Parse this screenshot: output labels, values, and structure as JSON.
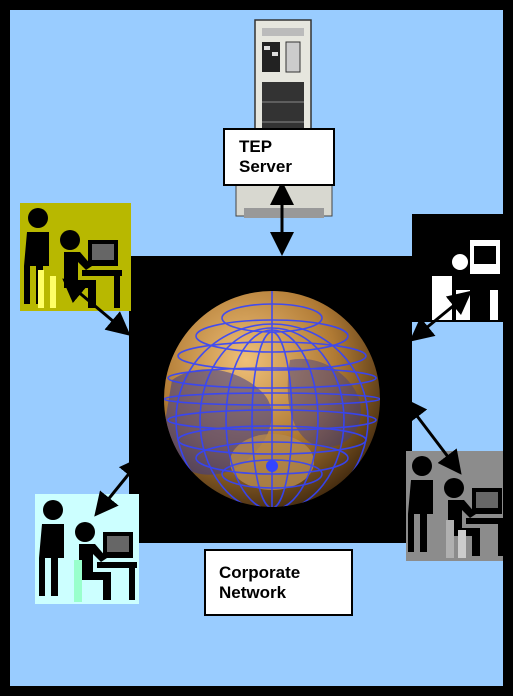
{
  "server_label": {
    "line1": "TEP",
    "line2": "Server"
  },
  "network_label": {
    "line1": "Corporate",
    "line2": "Network"
  },
  "colors": {
    "frame": "#000000",
    "background": "#99ccff",
    "globe_panel": "#000000",
    "globe_land": "#c08a3c",
    "globe_grid": "#3344ff",
    "workstation_top_left_bg": "#b8b800",
    "workstation_top_right_bg": "#000000",
    "workstation_bottom_left_bg": "#ccffff",
    "workstation_bottom_right_bg": "#8c8c8c"
  },
  "icons": [
    "server-tower-icon",
    "globe-icon",
    "person-at-workstation-icon"
  ]
}
